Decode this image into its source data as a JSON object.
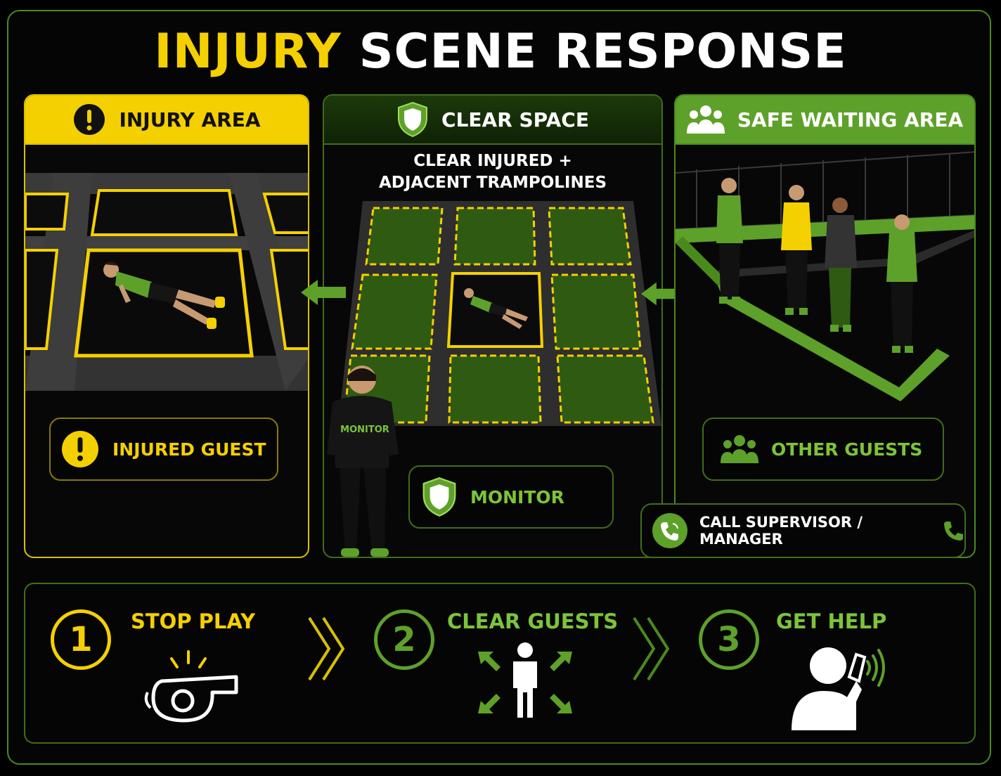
{
  "title": {
    "part1": "INJURY",
    "part2": "SCENE RESPONSE"
  },
  "panels": {
    "injury_area": {
      "heading": "INJURY AREA",
      "pill": "INJURED GUEST"
    },
    "clear_space": {
      "heading": "CLEAR SPACE",
      "subtitle_line1": "CLEAR INJURED +",
      "subtitle_line2": "ADJACENT TRAMPOLINES",
      "shirt_label": "MONITOR",
      "pill": "MONITOR"
    },
    "safe_waiting_area": {
      "heading": "SAFE WAITING AREA",
      "pill": "OTHER GUESTS",
      "call": "CALL SUPERVISOR / MANAGER"
    }
  },
  "steps": [
    {
      "number": "1",
      "label": "STOP PLAY",
      "icon": "whistle-icon"
    },
    {
      "number": "2",
      "label": "CLEAR GUESTS",
      "icon": "disperse-person-icon"
    },
    {
      "number": "3",
      "label": "GET HELP",
      "icon": "person-phone-icon"
    }
  ],
  "colors": {
    "yellow": "#f5d000",
    "green": "#5ea12a",
    "bright_green": "#7cc43a",
    "background": "#050505"
  }
}
